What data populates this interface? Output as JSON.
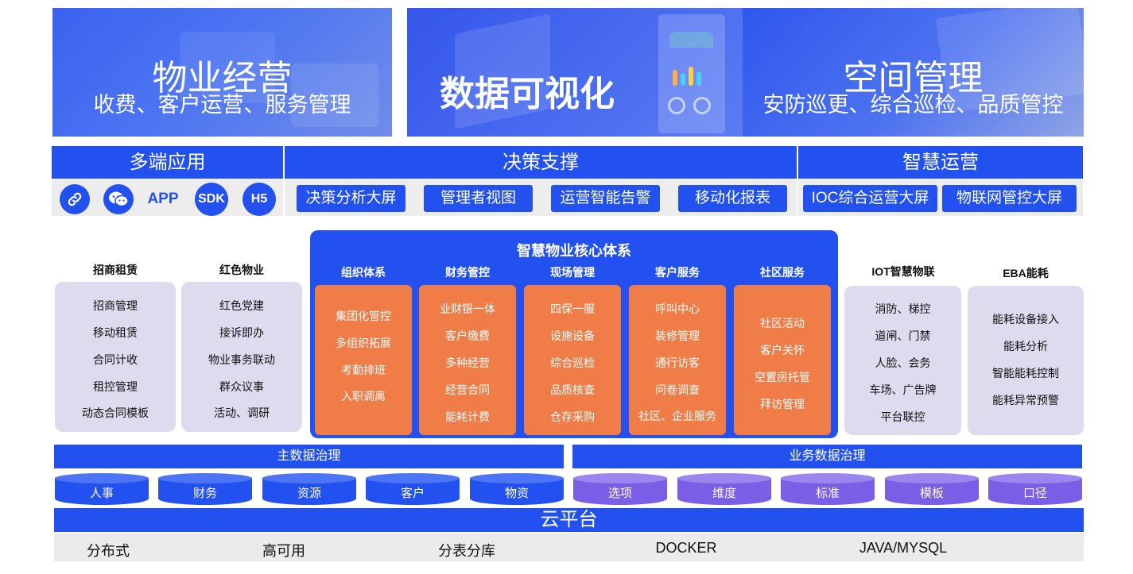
{
  "banners": [
    {
      "title": "物业经营",
      "subtitle": "收费、客户运营、服务管理"
    },
    {
      "title": "数据可视化"
    },
    {
      "title": "空间管理",
      "subtitle": "安防巡更、综合巡检、品质管控"
    }
  ],
  "multi_end": {
    "title": "多端应用",
    "icons": [
      {
        "name": "link-icon",
        "label": ""
      },
      {
        "name": "wechat-icon",
        "label": ""
      },
      {
        "name": "app-icon",
        "label": "APP"
      },
      {
        "name": "sdk-icon",
        "label": "SDK"
      },
      {
        "name": "h5-icon",
        "label": "H5"
      }
    ]
  },
  "decision": {
    "title": "决策支撑",
    "items": [
      "决策分析大屏",
      "管理者视图",
      "运营智能告警",
      "移动化报表"
    ]
  },
  "smart_ops": {
    "title": "智慧运营",
    "items": [
      "IOC综合运营大屏",
      "物联网管控大屏"
    ]
  },
  "left_cols": [
    {
      "title": "招商租赁",
      "items": [
        "招商管理",
        "移动租赁",
        "合同计收",
        "租控管理",
        "动态合同模板"
      ]
    },
    {
      "title": "红色物业",
      "items": [
        "红色党建",
        "接诉即办",
        "物业事务联动",
        "群众议事",
        "活动、调研"
      ]
    }
  ],
  "core": {
    "title": "智慧物业核心体系",
    "cols": [
      {
        "title": "组织体系",
        "items": [
          "集团化管控",
          "多组织拓展",
          "考勤排班",
          "入职调离"
        ]
      },
      {
        "title": "财务管控",
        "items": [
          "业财银一体",
          "客户缴费",
          "多种经营",
          "经营合同",
          "能耗计费"
        ]
      },
      {
        "title": "现场管理",
        "items": [
          "四保一服",
          "设施设备",
          "综合巡检",
          "品质核查",
          "仓存采购"
        ]
      },
      {
        "title": "客户服务",
        "items": [
          "呼叫中心",
          "装修管理",
          "通行访客",
          "问卷调查",
          "社区、企业服务"
        ]
      },
      {
        "title": "社区服务",
        "items": [
          "社区活动",
          "客户关怀",
          "空置房托管",
          "拜访管理"
        ]
      }
    ]
  },
  "right_cols": [
    {
      "title": "IOT智慧物联",
      "items": [
        "消防、梯控",
        "道闸、门禁",
        "人脸、会务",
        "车场、广告牌",
        "平台联控"
      ]
    },
    {
      "title": "EBA能耗",
      "items": [
        "能耗设备接入",
        "能耗分析",
        "智能能耗控制",
        "能耗异常预警"
      ]
    }
  ],
  "governance": {
    "master": "主数据治理",
    "business": "业务数据治理",
    "master_items": [
      "人事",
      "财务",
      "资源",
      "客户",
      "物资"
    ],
    "business_items": [
      "选项",
      "维度",
      "标准",
      "模板",
      "口径"
    ]
  },
  "cloud": {
    "title": "云平台",
    "items": [
      "分布式",
      "高可用",
      "分表分库",
      "DOCKER",
      "JAVA/MYSQL"
    ]
  }
}
